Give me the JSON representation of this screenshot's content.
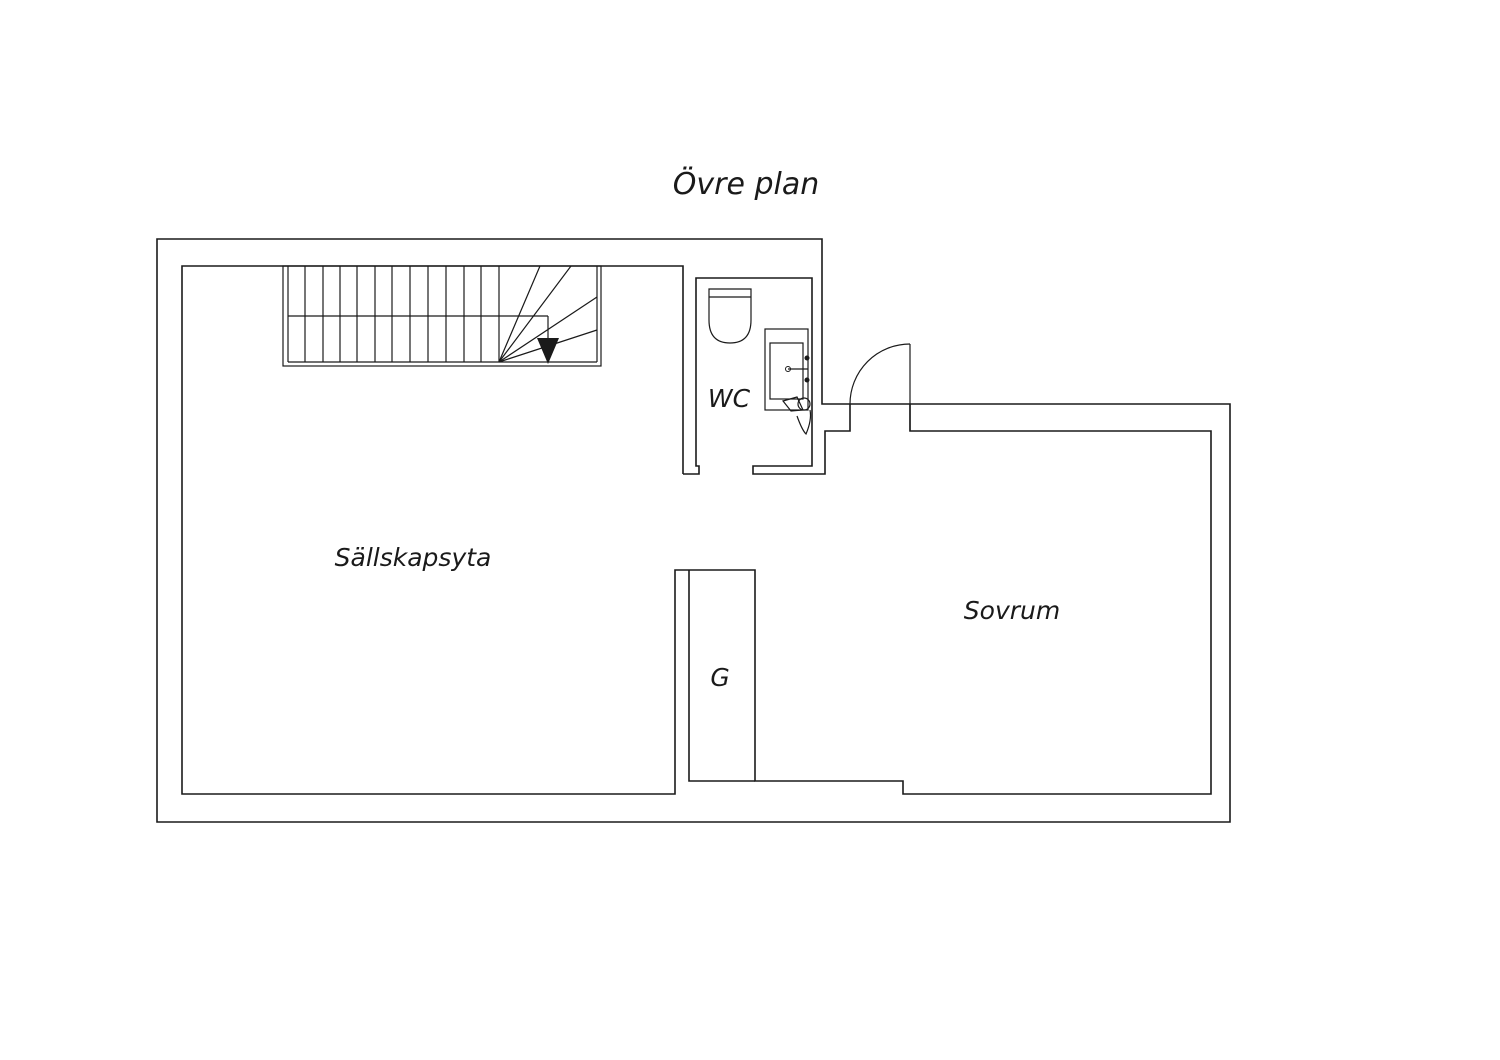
{
  "title": "Övre plan",
  "rooms": {
    "living": "Sällskapsyta",
    "wc": "WC",
    "bedroom": "Sovrum",
    "wardrobe": "G"
  },
  "colors": {
    "line": "#1a1a1a",
    "background": "#ffffff"
  },
  "icons": [
    "stair-arrow-icon",
    "toilet-icon",
    "sink-icon",
    "door-swing-icon"
  ]
}
